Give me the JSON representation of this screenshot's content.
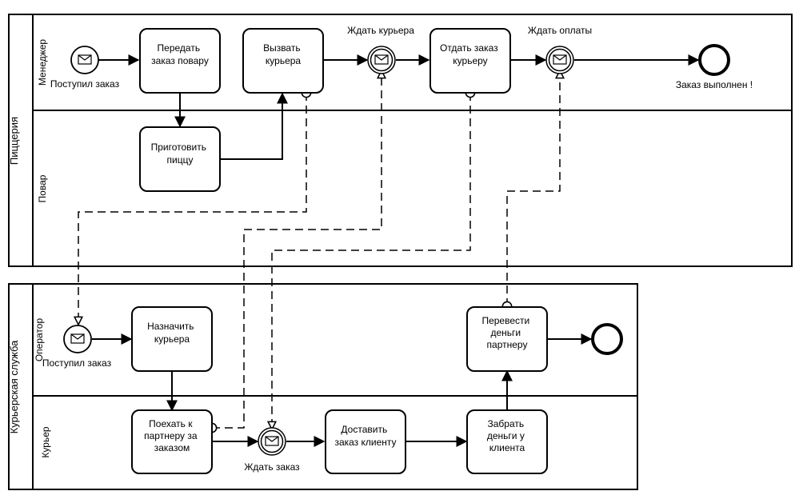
{
  "pools": {
    "pizzeria": {
      "name": "Пиццерия",
      "lanes": {
        "manager": "Менеджер",
        "cook": "Повар"
      }
    },
    "courier": {
      "name": "Курьерская служба",
      "lanes": {
        "operator": "Оператор",
        "courier": "Курьер"
      }
    }
  },
  "events": {
    "order_received": "Поступил заказ",
    "wait_courier": "Ждать курьера",
    "wait_payment": "Ждать оплаты",
    "order_done": "Заказ выполнен !",
    "op_order_received": "Поступил заказ",
    "wait_order": "Ждать заказ"
  },
  "tasks": {
    "pass_to_cook": [
      "Передать",
      "заказ повару"
    ],
    "cook_pizza": [
      "Приготовить",
      "пиццу"
    ],
    "call_courier": [
      "Вызвать",
      "курьера"
    ],
    "give_order": [
      "Отдать заказ",
      "курьеру"
    ],
    "assign_courier": [
      "Назначить",
      "курьера"
    ],
    "transfer_money": [
      "Перевести",
      "деньги",
      "партнеру"
    ],
    "go_partner": [
      "Поехать к",
      "партнеру за",
      "заказом"
    ],
    "deliver": [
      "Доставить",
      "заказ клиенту"
    ],
    "take_money": [
      "Забрать",
      "деньги у",
      "клиента"
    ]
  }
}
